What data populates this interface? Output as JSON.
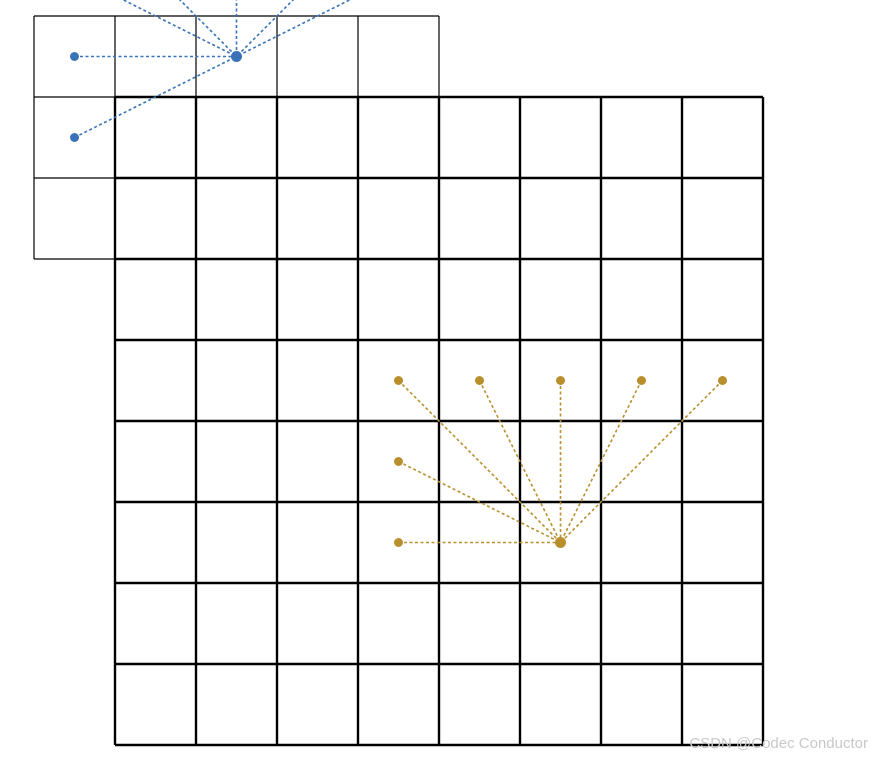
{
  "watermark": "CSDN @Codec Conductor",
  "colors": {
    "background": "#ffffff",
    "grid": "#000000",
    "blue": "#3a72b8",
    "gold": "#b98f2e",
    "watermark": "#c8c8c8"
  },
  "main_grid": {
    "columns": 8,
    "rows": 8
  },
  "window_grid": {
    "columns": 5,
    "rows": 3,
    "highlighted_cell": {
      "row": 1,
      "col": 1
    }
  },
  "fans": [
    {
      "name": "blue",
      "color": "#3a72b8",
      "center": {
        "col": 1.5,
        "row": -0.5
      },
      "neighbors": [
        {
          "col": -0.5,
          "row": -1.5
        },
        {
          "col": 0.5,
          "row": -1.5
        },
        {
          "col": 1.5,
          "row": -1.5
        },
        {
          "col": 2.5,
          "row": -1.5
        },
        {
          "col": 3.5,
          "row": -1.5
        },
        {
          "col": -0.5,
          "row": -0.5
        },
        {
          "col": -0.5,
          "row": 0.5
        }
      ]
    },
    {
      "name": "gold",
      "color": "#b98f2e",
      "center": {
        "col": 5.5,
        "row": 5.5
      },
      "neighbors": [
        {
          "col": 3.5,
          "row": 3.5
        },
        {
          "col": 4.5,
          "row": 3.5
        },
        {
          "col": 5.5,
          "row": 3.5
        },
        {
          "col": 6.5,
          "row": 3.5
        },
        {
          "col": 7.5,
          "row": 3.5
        },
        {
          "col": 3.5,
          "row": 4.5
        },
        {
          "col": 3.5,
          "row": 5.5
        }
      ]
    }
  ]
}
